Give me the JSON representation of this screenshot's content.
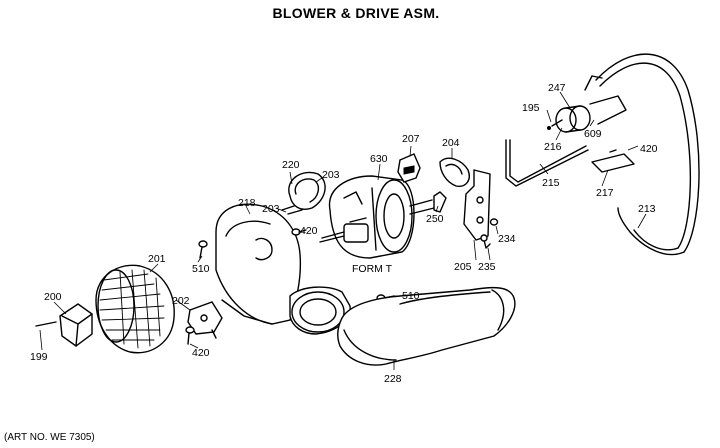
{
  "title": "BLOWER & DRIVE ASM.",
  "art_number": "(ART NO. WE 7305)",
  "parts": [
    {
      "id": "p195",
      "label": "195"
    },
    {
      "id": "p199",
      "label": "199"
    },
    {
      "id": "p200",
      "label": "200"
    },
    {
      "id": "p201",
      "label": "201"
    },
    {
      "id": "p202",
      "label": "202"
    },
    {
      "id": "p203a",
      "label": "203"
    },
    {
      "id": "p203b",
      "label": "203"
    },
    {
      "id": "p204",
      "label": "204"
    },
    {
      "id": "p205",
      "label": "205"
    },
    {
      "id": "p207",
      "label": "207"
    },
    {
      "id": "p213",
      "label": "213"
    },
    {
      "id": "p215",
      "label": "215"
    },
    {
      "id": "p216",
      "label": "216"
    },
    {
      "id": "p217",
      "label": "217"
    },
    {
      "id": "p218",
      "label": "218"
    },
    {
      "id": "p220",
      "label": "220"
    },
    {
      "id": "p228",
      "label": "228"
    },
    {
      "id": "p234",
      "label": "234"
    },
    {
      "id": "p235",
      "label": "235"
    },
    {
      "id": "p247",
      "label": "247"
    },
    {
      "id": "p250",
      "label": "250"
    },
    {
      "id": "p420a",
      "label": "420"
    },
    {
      "id": "p420b",
      "label": "420"
    },
    {
      "id": "p420c",
      "label": "420"
    },
    {
      "id": "p510a",
      "label": "510"
    },
    {
      "id": "p510b",
      "label": "510"
    },
    {
      "id": "p609",
      "label": "609"
    },
    {
      "id": "p630",
      "label": "630"
    },
    {
      "id": "form",
      "label": "FORM T"
    }
  ]
}
